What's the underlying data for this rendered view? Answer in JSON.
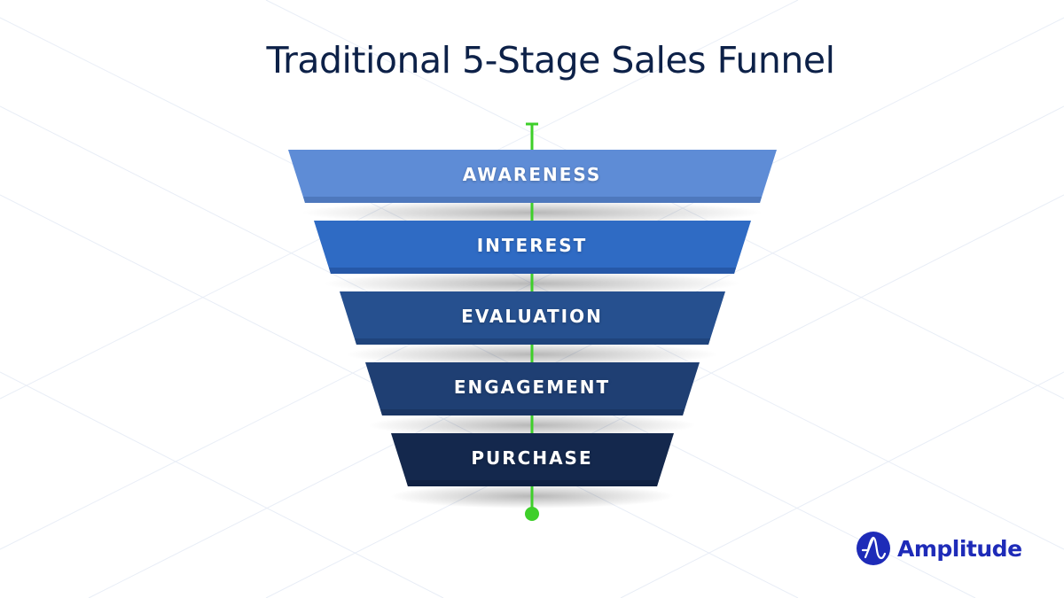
{
  "title": "Traditional 5-Stage Sales Funnel",
  "funnel": {
    "line_color": "#3ecf2a",
    "stages": [
      {
        "label": "AWARENESS",
        "color": "#5e8cd6",
        "shade": "#4e78bd"
      },
      {
        "label": "INTEREST",
        "color": "#2f6bc4",
        "shade": "#2658a8"
      },
      {
        "label": "EVALUATION",
        "color": "#26508f",
        "shade": "#1f447c"
      },
      {
        "label": "ENGAGEMENT",
        "color": "#1f3f73",
        "shade": "#1a3563"
      },
      {
        "label": "PURCHASE",
        "color": "#14284d",
        "shade": "#102142"
      }
    ]
  },
  "logo": {
    "icon": "amplitude-logo-icon",
    "text": "Amplitude",
    "color": "#1e2bb8"
  }
}
